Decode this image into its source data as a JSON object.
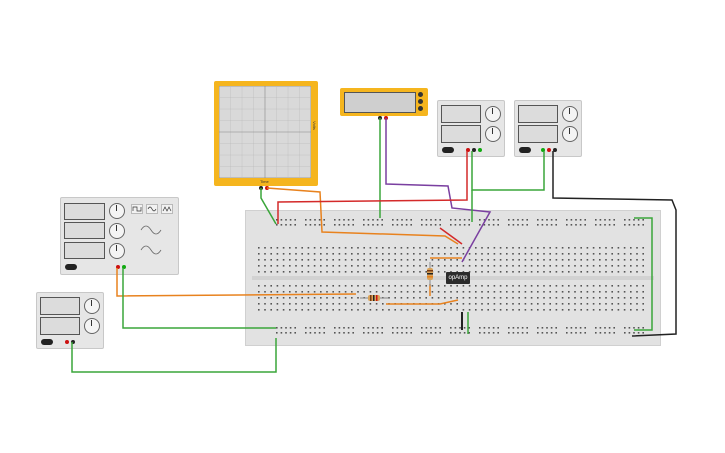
{
  "oscilloscope": {
    "name": "oscilloscope",
    "side_label": "Volts",
    "bottom_label": "Time"
  },
  "multimeter": {
    "name": "multimeter"
  },
  "power_supply_top_1": {
    "name": "dc-power-supply"
  },
  "power_supply_top_2": {
    "name": "dc-power-supply"
  },
  "power_supply_left": {
    "name": "dc-power-supply"
  },
  "function_generator": {
    "name": "function-generator"
  },
  "opamp": {
    "label": "opAmp"
  },
  "colors": {
    "board": "#e2e2e2",
    "instrument": "#e6e6e6",
    "scope_frame": "#f5b51e",
    "wire_green": "#3aa63a",
    "wire_red": "#d42a2a",
    "wire_orange": "#e8821e",
    "wire_purple": "#7a3fa0",
    "wire_black": "#222222"
  },
  "icons": [
    "sine-wave-icon",
    "square-wave-icon",
    "triangle-wave-icon"
  ]
}
